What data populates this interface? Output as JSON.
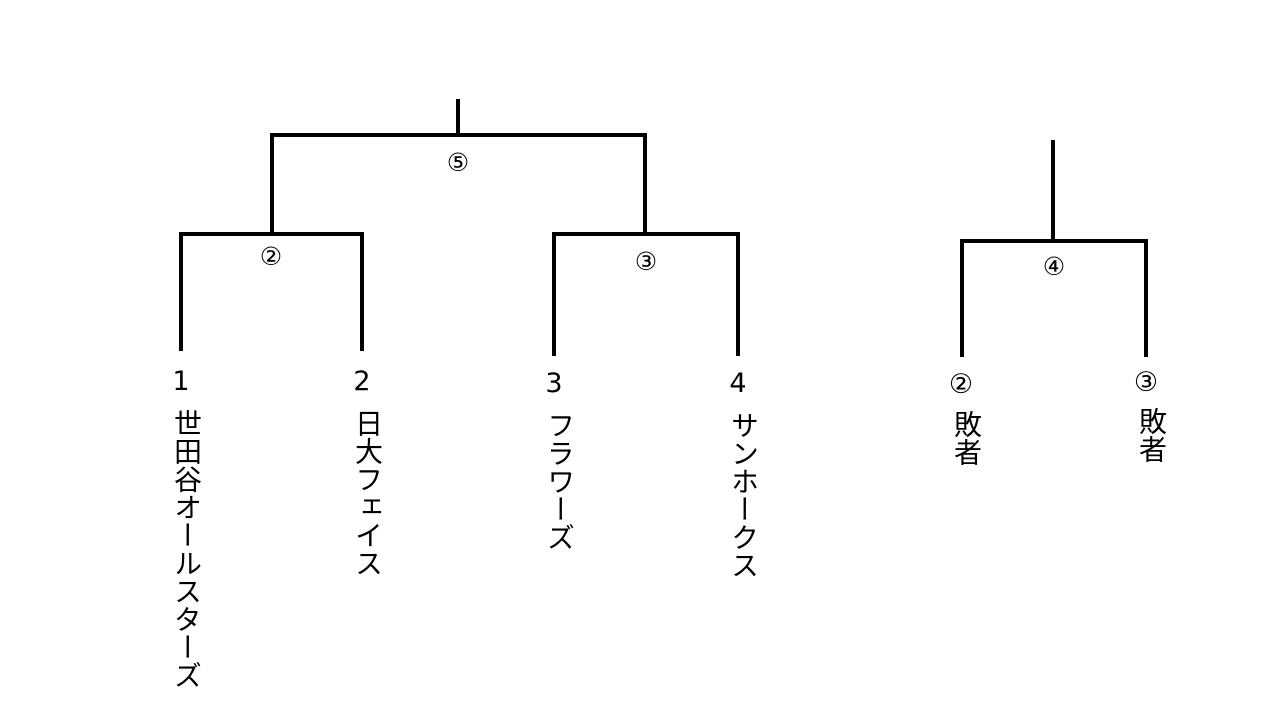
{
  "main_bracket": {
    "final_match_label": "⑤",
    "semifinal_left_label": "②",
    "semifinal_right_label": "③",
    "teams": [
      {
        "seed": "1",
        "name": "世田谷オールスターズ"
      },
      {
        "seed": "2",
        "name": "日大フェイス"
      },
      {
        "seed": "3",
        "name": "フラワーズ"
      },
      {
        "seed": "4",
        "name": "サンホークス"
      }
    ]
  },
  "consolation_bracket": {
    "match_label": "④",
    "entries": [
      {
        "ref": "②",
        "text": "敗者"
      },
      {
        "ref": "③",
        "text": "敗者"
      }
    ]
  },
  "colors": {
    "line": "#000000",
    "text": "#000000",
    "background": "#ffffff"
  }
}
